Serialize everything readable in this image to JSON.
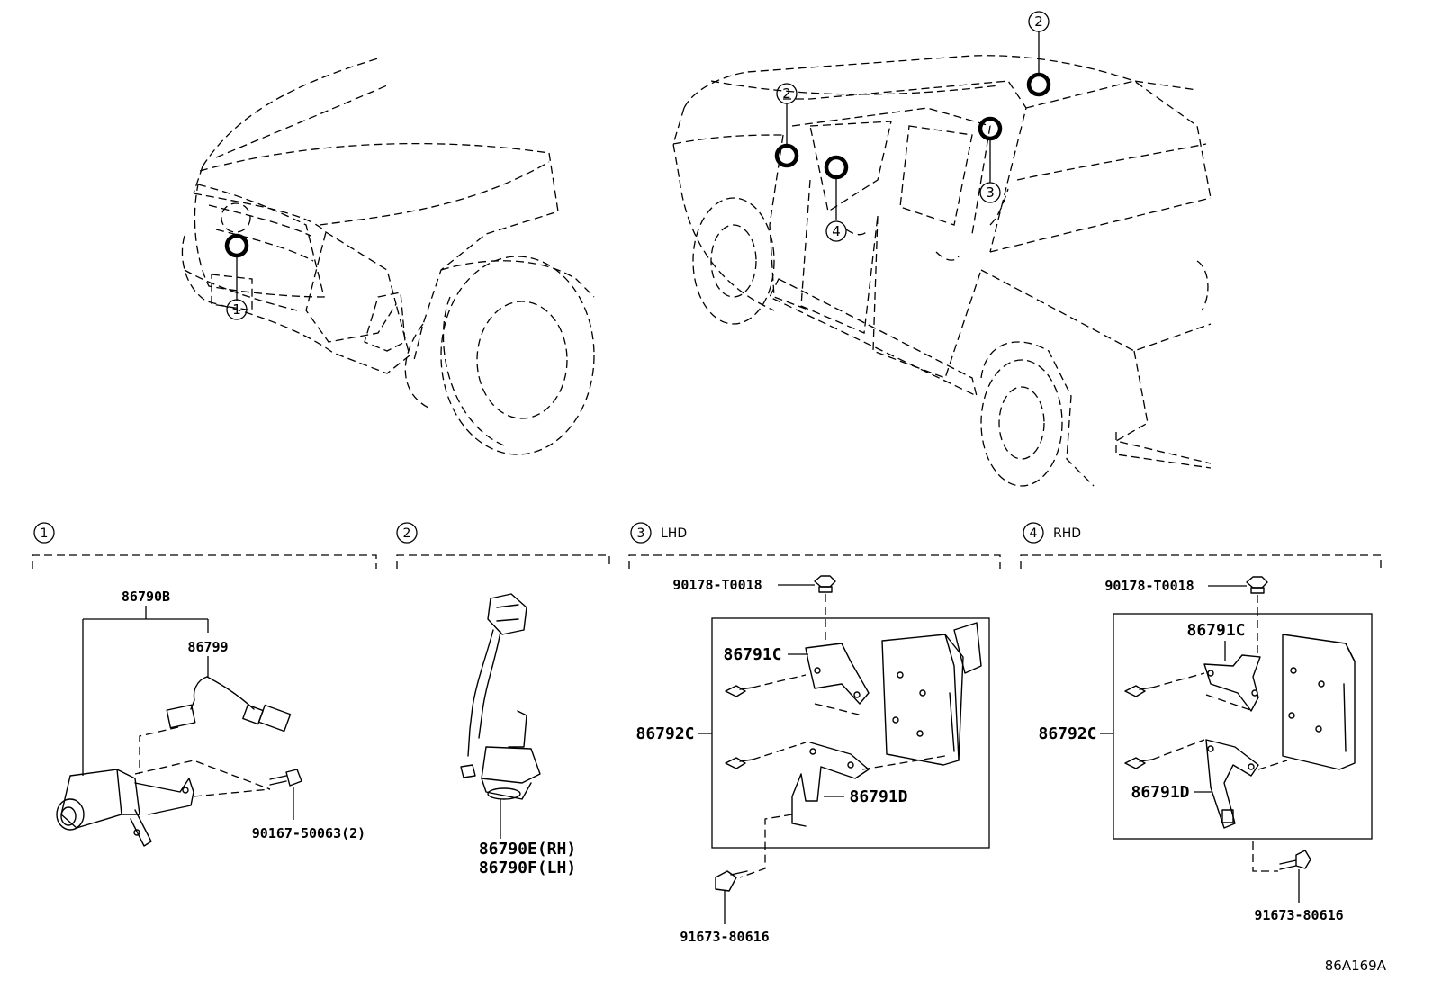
{
  "diagram": {
    "figure_code": "86A169A",
    "callouts": [
      "1",
      "2",
      "2",
      "3",
      "4"
    ],
    "sections": [
      {
        "num": "1",
        "label": ""
      },
      {
        "num": "2",
        "label": ""
      },
      {
        "num": "3",
        "label": "LHD"
      },
      {
        "num": "4",
        "label": "RHD"
      }
    ],
    "parts": {
      "s1_assembly": "86790B",
      "s1_harness": "86799",
      "s1_bolt": "90167-50063(2)",
      "s2_camera_rh": "86790E(RH)",
      "s2_camera_lh": "86790F(LH)",
      "s3_nut": "90178-T0018",
      "s3_bracket_c": "86791C",
      "s3_ecu": "86792C",
      "s3_bracket_d": "86791D",
      "s3_bolt": "91673-80616",
      "s4_nut": "90178-T0018",
      "s4_bracket_c": "86791C",
      "s4_ecu": "86792C",
      "s4_bracket_d": "86791D",
      "s4_bolt": "91673-80616"
    }
  }
}
